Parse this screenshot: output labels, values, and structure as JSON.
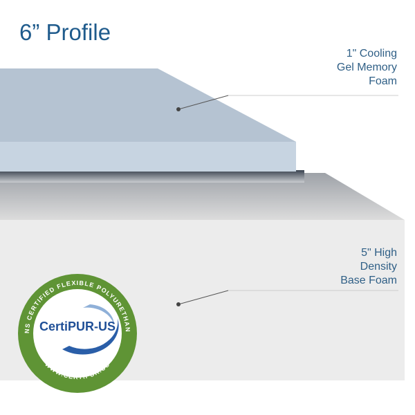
{
  "title": "6” Profile",
  "layers": [
    {
      "label_lines": [
        "1\" Cooling",
        "Gel Memory",
        "Foam"
      ],
      "color": "#b8c6d6"
    },
    {
      "label_lines": [
        "5\" High",
        "Density",
        "Base Foam"
      ],
      "color": "#ececec"
    }
  ],
  "seal": {
    "brand": "CertiPUR-US",
    "ring_text": "CONTAINS CERTIFIED FLEXIBLE POLYURETHANE FOAM",
    "url": "WWW.CERTIPUR.US",
    "ring_color": "#5f9435",
    "brand_color": "#1f4f97"
  },
  "accent_color": "#1f5b8c"
}
